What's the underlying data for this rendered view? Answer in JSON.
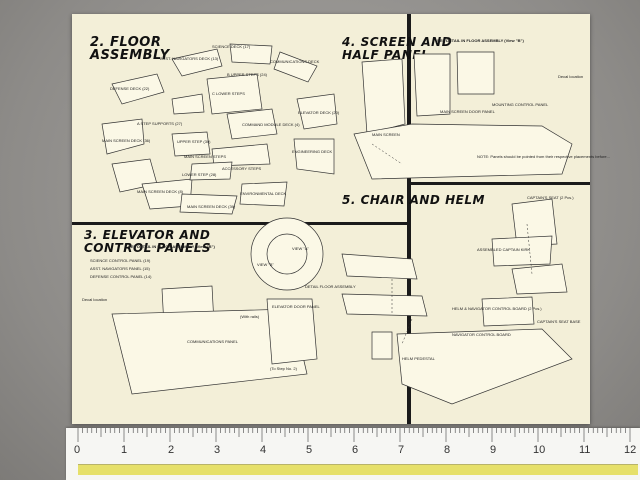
{
  "sections": {
    "floor": {
      "title": "2. FLOOR ASSEMBLY",
      "labels": [
        "SCIENCE DECK (17)",
        "ASST. NAVIGATORS DECK (13)",
        "COMMUNICATIONS DECK",
        "DEFENSE DECK (22)",
        "B UPPER STEPS (24)",
        "C LOWER STEPS",
        "ELEVATOR DECK (20)",
        "A STEP SUPPORTS (27)",
        "UPPER STEP (30)",
        "COMMAND MODULE DECK (4)",
        "MAIN SCREEN DECK (36)",
        "ENGINEERING DECK",
        "MAIN SCREEN STEPS",
        "LOWER STEP (28)",
        "ACCESSORY STEPS",
        "MAIN SCREEN DECK (8)",
        "ENVIRONMENTAL DECK",
        "MAIN SCREEN DECK (39)"
      ]
    },
    "screen": {
      "title": "4. SCREEN AND HALF PANEL",
      "detail": "SEE DETAIL IN FLOOR ASSEMBLY (View \"B\")",
      "labels": [
        "MAIN SCREEN DOOR PANEL",
        "MOUNTING CONTROL PANEL",
        "MAIN SCREEN",
        "Decal location"
      ],
      "note": "NOTE: Panels should be pointed from their respective placements before..."
    },
    "elevator": {
      "title": "3. ELEVATOR AND CONTROL PANELS",
      "detail": "SEE DETAIL IN FLOOR ASSEMBLY (View \"B\")",
      "legend": [
        "SCIENCE CONTROL PANEL (19)",
        "ASST. NAVIGATORS PANEL (15)",
        "DEFENSE CONTROL PANEL (14)"
      ],
      "labels": [
        "Decal location",
        "ELEVATOR DOOR PANEL",
        "COMMUNICATIONS PANEL",
        "VIEW \"A\"",
        "VIEW \"B\"",
        "DETAIL FLOOR ASSEMBLY",
        "(With rails)",
        "(To Step No. 2)"
      ]
    },
    "chair": {
      "title": "5. CHAIR AND HELM",
      "labels": [
        "CAPTAIN'S SEAT (2 Pcs.)",
        "ASSEMBLED CAPTAIN KIRK",
        "HELM & NAVIGATOR CONTROL BOARD (2 Pcs.)",
        "CAPTAIN'S SEAT BASE",
        "NAVIGATOR CONTROL BOARD",
        "HELM PEDESTAL"
      ]
    }
  },
  "ruler": {
    "numbers": [
      "0",
      "1",
      "2",
      "3",
      "4",
      "5",
      "6",
      "7",
      "8",
      "9",
      "10",
      "11",
      "12"
    ]
  }
}
